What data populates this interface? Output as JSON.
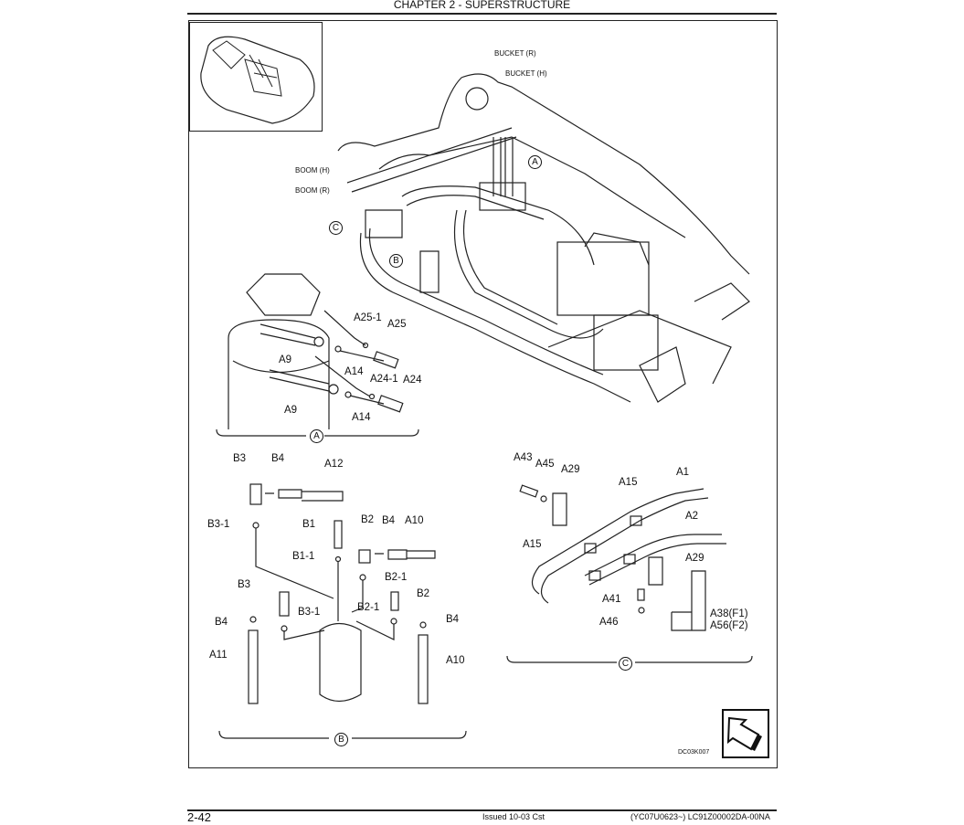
{
  "header": {
    "chapter": "CHAPTER 2 - SUPERSTRUCTURE"
  },
  "footer": {
    "page": "2-42",
    "issued": "Issued 10-03   Cst",
    "ref": "(YC07U0623~)   LC91Z00002DA-00NA"
  },
  "figure_id": "DC03K007",
  "main_view": {
    "labels": [
      "BUCKET (R)",
      "BUCKET (H)",
      "BOOM (H)",
      "BOOM (R)"
    ],
    "callouts": [
      "A",
      "C",
      "B"
    ]
  },
  "section_a": {
    "labels": [
      "A25-1",
      "A25",
      "A9",
      "A14",
      "A24-1",
      "A24",
      "A9",
      "A14"
    ],
    "title": "A"
  },
  "section_b": {
    "labels": [
      "B3",
      "B4",
      "A12",
      "B3-1",
      "B1",
      "B2",
      "B4",
      "A10",
      "B1-1",
      "B2-1",
      "B3",
      "B2",
      "B4",
      "B3-1",
      "B2-1",
      "B4",
      "A11",
      "A10"
    ],
    "title": "B"
  },
  "section_c": {
    "labels": [
      "A43",
      "A45",
      "A29",
      "A15",
      "A1",
      "A2",
      "A15",
      "A29",
      "A41",
      "A46",
      "A38(F1)",
      "A56(F2)"
    ],
    "title": "C"
  }
}
